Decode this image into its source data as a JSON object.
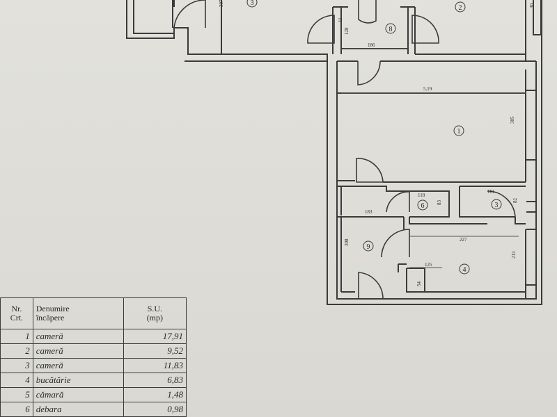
{
  "plan": {
    "rooms": [
      {
        "id": "room-1",
        "label": "1"
      },
      {
        "id": "room-2",
        "label": "2"
      },
      {
        "id": "room-3",
        "label": "3"
      },
      {
        "id": "room-3b",
        "label": "3"
      },
      {
        "id": "room-4",
        "label": "4"
      },
      {
        "id": "room-6",
        "label": "6"
      },
      {
        "id": "room-8",
        "label": "8"
      },
      {
        "id": "room-9",
        "label": "9"
      }
    ],
    "dimensions": {
      "d_519": "5,19",
      "d_305": "305",
      "d_186": "186",
      "d_128": "128",
      "d_118": "118",
      "d_183": "183",
      "d_83": "83",
      "d_181": "181",
      "d_82": "82",
      "d_227": "227",
      "d_213": "213",
      "d_125": "125",
      "d_54": "54",
      "d_308": "308",
      "d_307": "307",
      "d_11": "11",
      "d_top": "30"
    }
  },
  "table": {
    "headers": {
      "nr_line1": "Nr.",
      "nr_line2": "Crt.",
      "name_line1": "Denumire",
      "name_line2": "încăpere",
      "su_line1": "S.U.",
      "su_line2": "(mp)"
    },
    "rows": [
      {
        "nr": "1",
        "name": "cameră",
        "su": "17,91"
      },
      {
        "nr": "2",
        "name": "cameră",
        "su": "9,52"
      },
      {
        "nr": "3",
        "name": "cameră",
        "su": "11,83"
      },
      {
        "nr": "4",
        "name": "bucătărie",
        "su": "6,83"
      },
      {
        "nr": "5",
        "name": "cămară",
        "su": "1,48"
      },
      {
        "nr": "6",
        "name": "debara",
        "su": "0,98"
      }
    ]
  }
}
